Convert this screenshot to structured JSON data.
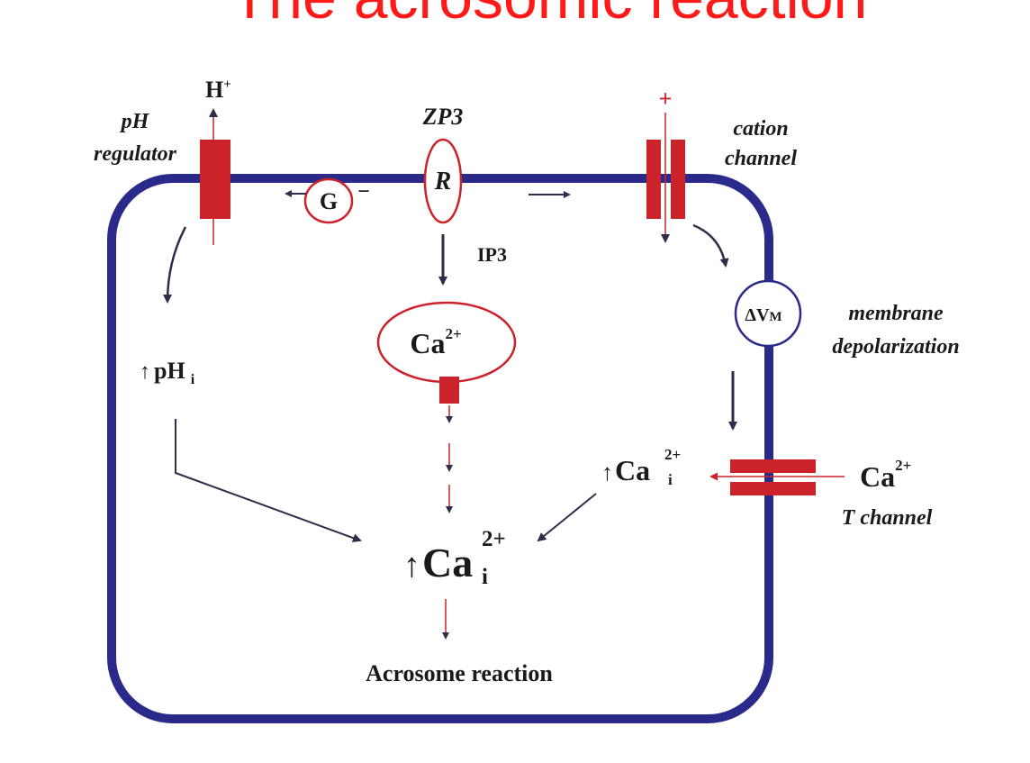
{
  "title": "The acrosomic reaction",
  "labels": {
    "h_plus": "H",
    "h_plus_sup": "+",
    "ph_regulator_1": "pH",
    "ph_regulator_2": "regulator",
    "zp3": "ZP3",
    "receptor": "R",
    "g_protein": "G",
    "g_minus": "−",
    "cation_plus": "+",
    "cation_channel_1": "cation",
    "cation_channel_2": "channel",
    "ip3": "IP3",
    "store_ca": "Ca",
    "store_ca_sup": "2+",
    "delta_vm": "ΔV",
    "delta_vm_sub": "M",
    "membrane_depol_1": "membrane",
    "membrane_depol_2": "depolarization",
    "ph_i_arrow": "↑",
    "ph_i": "pH",
    "ph_i_sub": "i",
    "cai_arrow": "↑",
    "cai": "Ca",
    "cai_sup": "2+",
    "cai_sub": "i",
    "ext_ca": "Ca",
    "ext_ca_sup": "2+",
    "t_channel": "T channel",
    "center_arrow": "↑",
    "center_ca": "Ca",
    "center_sup": "2+",
    "center_sub": "i",
    "acrosome": "Acrosome reaction"
  },
  "colors": {
    "membrane": "#2a2a8a",
    "channel": "#cc2229",
    "title": "#ff1a1a",
    "arrow": "#2e2e4a"
  }
}
